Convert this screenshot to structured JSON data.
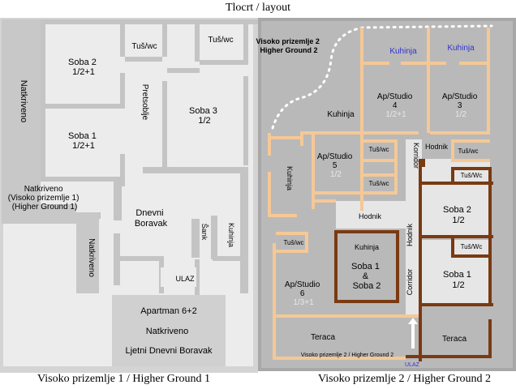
{
  "title": "Tlocrt / layout",
  "captions": {
    "left": "Visoko prizemlje 1 / Higher Ground 1",
    "right": "Visoko prizemlje 2 / Higher Ground 2"
  },
  "colors": {
    "wall_grey": "#c0c0c0",
    "floor_light": "#ececec",
    "floor_grey": "#bebebe",
    "orange_wall": "#f5c896",
    "brown_wall": "#7a3a12",
    "accent_blue": "#3333cc"
  },
  "ground1": {
    "soba2": [
      "Soba 2",
      "1/2+1"
    ],
    "soba1": [
      "Soba 1",
      "1/2+1"
    ],
    "tuswc": "Tuš/wc",
    "pretsoblje": "Pretsoblje",
    "soba3": [
      "Soba 3",
      "1/2"
    ],
    "natkriveno_vertical": "Natkriveno",
    "natkriveno_hg": [
      "Natkriveno",
      "(Visoko prizemlje 1)",
      "(Higher Ground 1)"
    ],
    "natkriveno_vertical2": "Natkriveno",
    "dnevni": [
      "Dnevni",
      "Boravak"
    ],
    "sank": "Šank",
    "kuhinja": "Kuhinja",
    "ulaz": "ULAZ",
    "apartman": "Apartman 6+2",
    "natkriveno_summer": "Natkriveno",
    "ljetni": "Ljetni Dnevni Boravak"
  },
  "ground2": {
    "header": [
      "Visoko prizemlje 2",
      "Higher Ground 2"
    ],
    "kuhinja_top1": "Kuhinja",
    "kuhinja_top2": "Kuhinja",
    "ap4": [
      "Ap/Studio",
      "4",
      "1/2+1"
    ],
    "ap3": [
      "Ap/Studio",
      "3",
      "1/2"
    ],
    "kuhinja_mid": "Kuhinja",
    "kuhinja_vert": "Kuhinja",
    "ap5": [
      "Ap/Studio",
      "5",
      "1/2"
    ],
    "tuswc_a": "Tuš/wc",
    "tuswc_b": "Tuš/wc",
    "tuswc_c": "Tuš/wc",
    "tuswc_d": "Tuš/Wc",
    "tuswc_e": "Tuš/wc",
    "tuswc_f": "Tuš/Wc",
    "korridor": "Korridor",
    "hodnik_top": "Hodnik",
    "hodnik_mid": "Hodnik",
    "hodnik_vert": "Hodnik",
    "corridor_vert": "Corridor",
    "soba2": [
      "Soba 2",
      "1/2"
    ],
    "soba1": [
      "Soba 1",
      "1/2"
    ],
    "kuhinja_apt": "Kuhinja",
    "soba12": [
      "Soba 1",
      "&",
      "Soba 2"
    ],
    "ap6": [
      "Ap/Studio",
      "6",
      "1/3+1"
    ],
    "teraca_left": "Teraca",
    "teraca_right": "Teraca",
    "teraca_note": "Visoko prizemlje 2 / Higher Ground 2",
    "ulaz": "ULAZ"
  }
}
